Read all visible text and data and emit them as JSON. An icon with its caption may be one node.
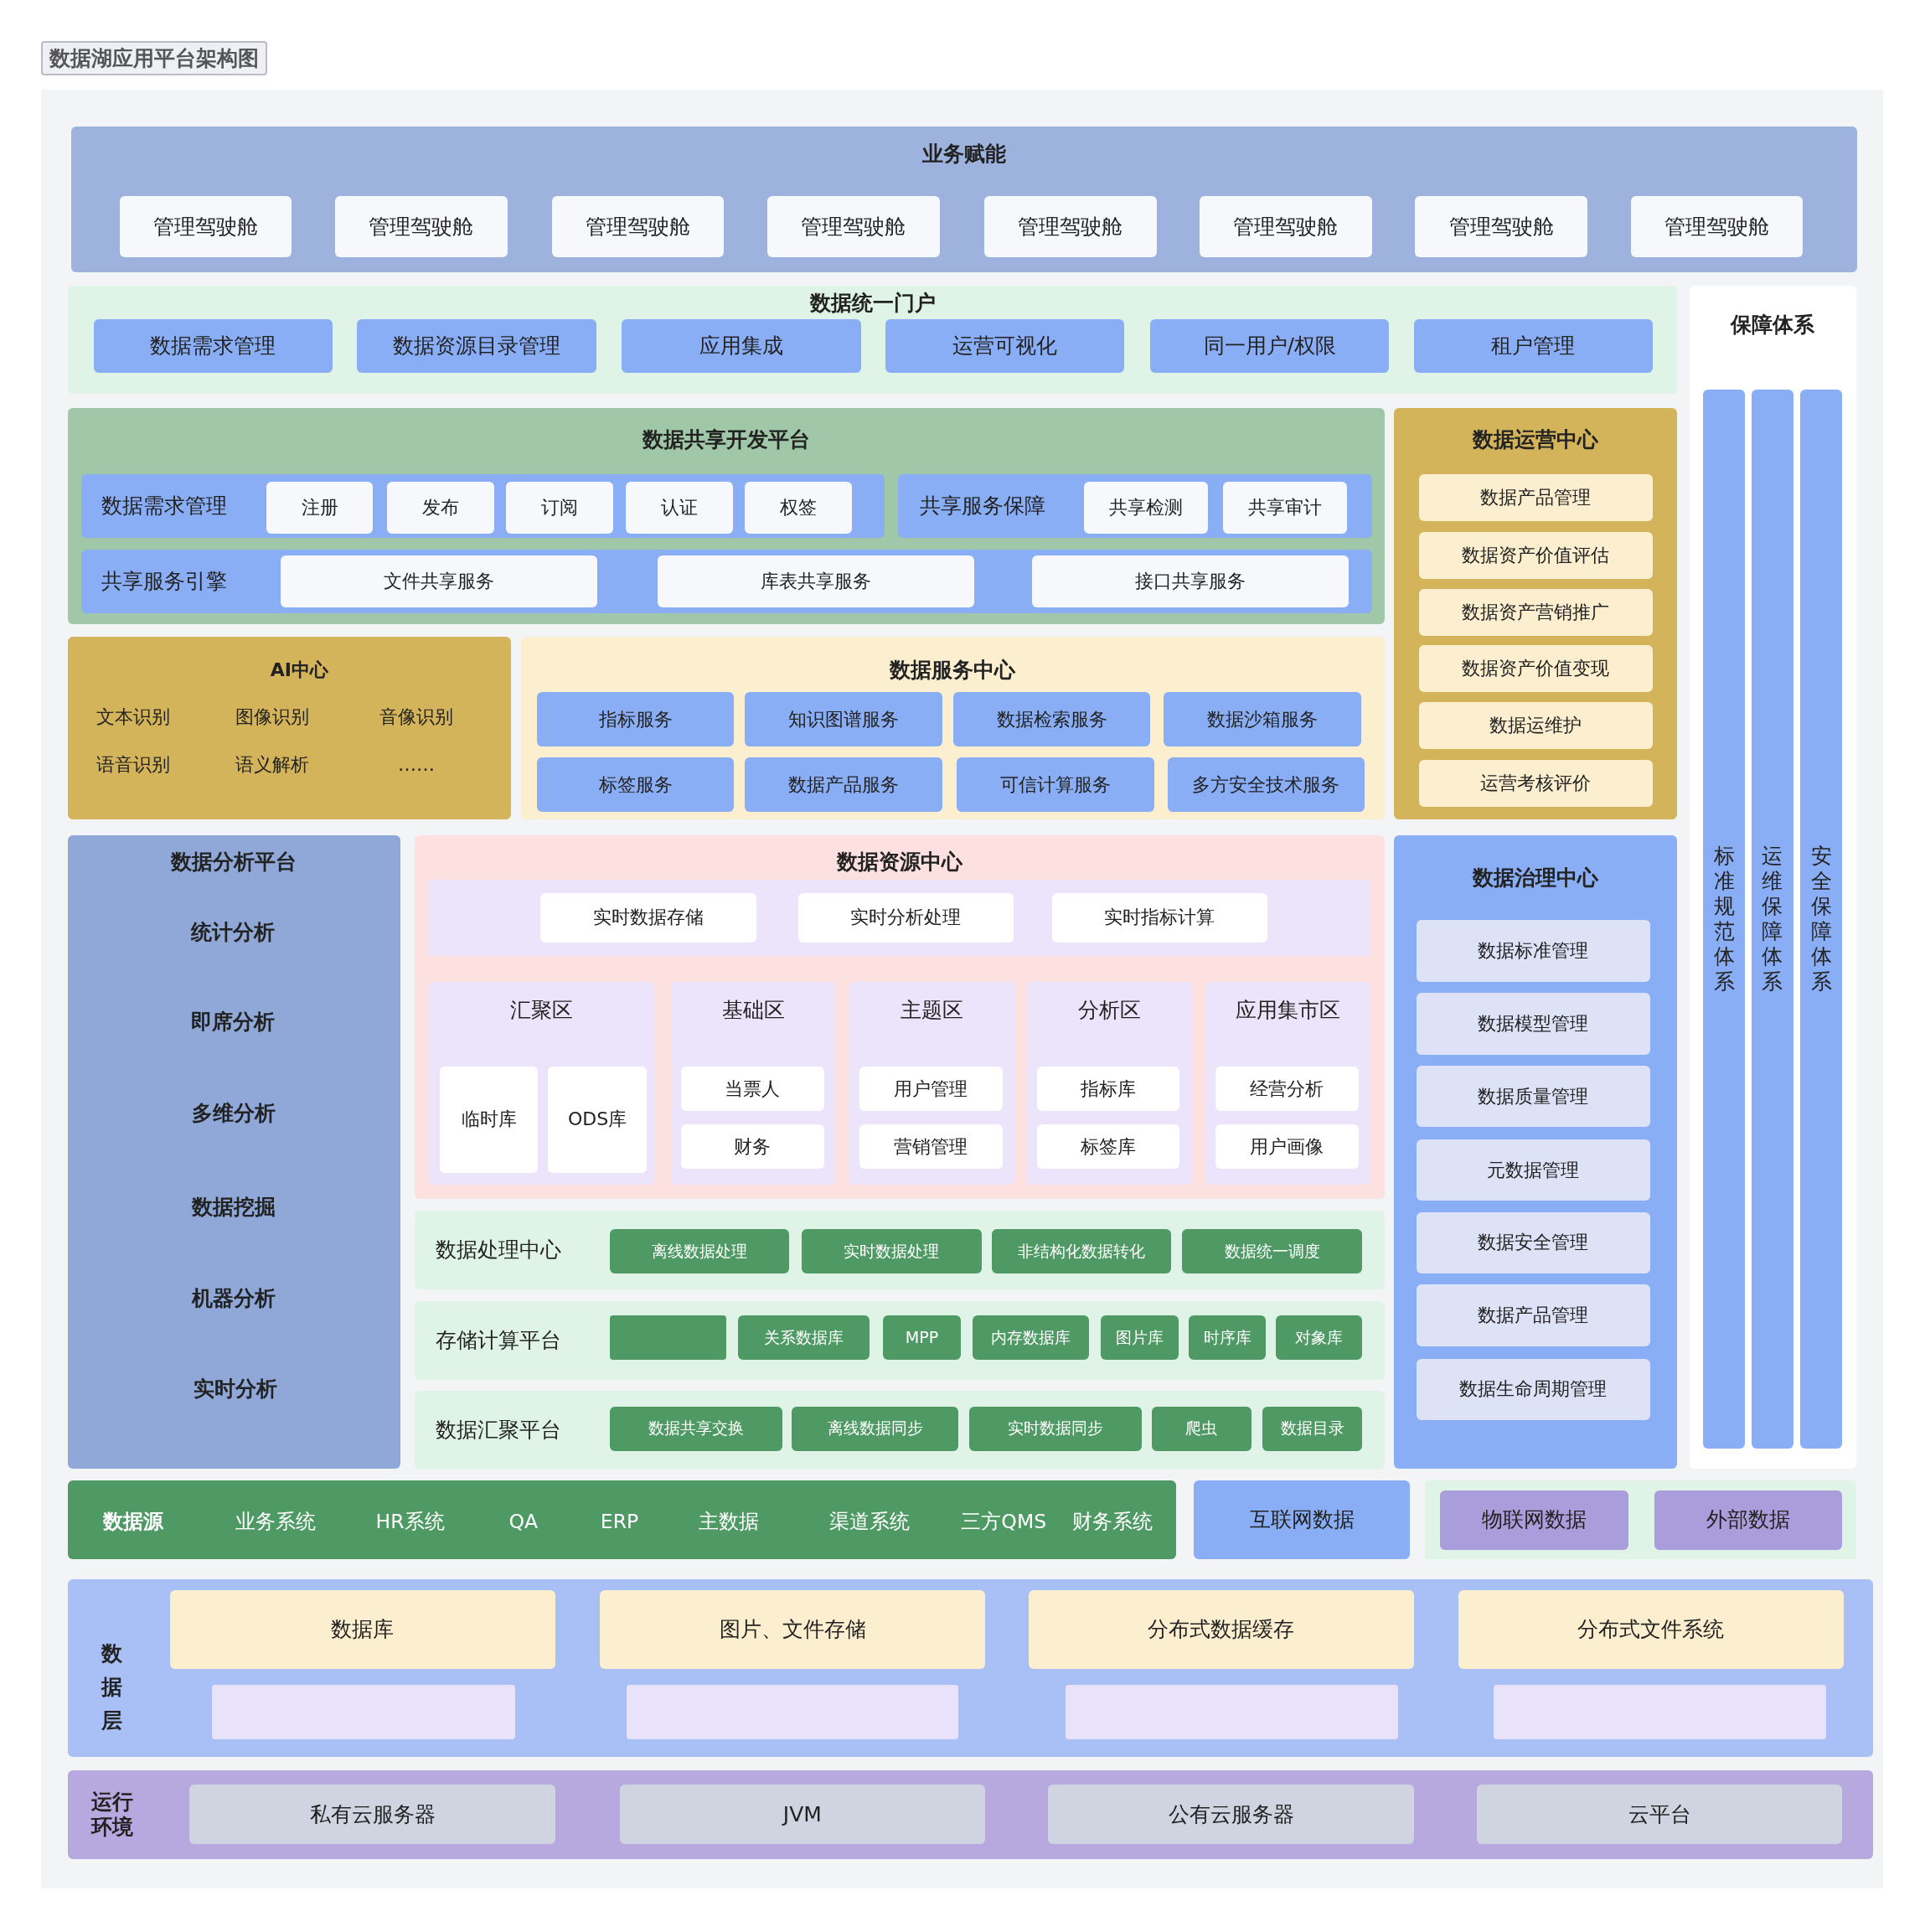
{
  "diagram": {
    "title": "数据湖应用平台架构图",
    "nodes": [
      {
        "text": [
          "业务赋能"
        ]
      },
      {
        "text": [
          "管理驾驶舱"
        ],
        "in": 0
      },
      {
        "text": [
          "管理驾驶舱"
        ],
        "in": 0
      },
      {
        "text": [
          "管理驾驶舱"
        ],
        "in": 0
      },
      {
        "text": [
          "管理驾驶舱"
        ],
        "in": 0
      },
      {
        "text": [
          "管理驾驶舱"
        ],
        "in": 0
      },
      {
        "text": [
          "管理驾驶舱"
        ],
        "in": 0
      },
      {
        "text": [
          "管理驾驶舱"
        ],
        "in": 0
      },
      {
        "text": [
          "管理驾驶舱"
        ],
        "in": 0
      },
      {
        "text": [
          "数据统一门户"
        ]
      },
      {
        "text": [
          "数据需求管理"
        ],
        "in": 9
      },
      {
        "text": [
          "数据资源目录管理"
        ],
        "in": 9
      },
      {
        "text": [
          "应用集成"
        ],
        "in": 9
      },
      {
        "text": [
          "运营可视化"
        ],
        "in": 9
      },
      {
        "text": [
          "同一用户/权限"
        ],
        "in": 9
      },
      {
        "text": [
          "租户管理"
        ],
        "in": 9
      },
      {
        "text": [
          "保障体系"
        ]
      },
      {
        "text": [
          "标准规范体系"
        ],
        "in": 16
      },
      {
        "text": [
          "运维保障体系"
        ],
        "in": 16
      },
      {
        "text": [
          "安全保障体系"
        ],
        "in": 16
      },
      {
        "text": [
          "数据共享开发平台"
        ]
      },
      {
        "text": [
          "数据需求管理"
        ],
        "in": 20
      },
      {
        "text": [
          "注册"
        ],
        "in": 21
      },
      {
        "text": [
          "发布"
        ],
        "in": 21
      },
      {
        "text": [
          "订阅"
        ],
        "in": 21
      },
      {
        "text": [
          "认证"
        ],
        "in": 21
      },
      {
        "text": [
          "权签"
        ],
        "in": 21
      },
      {
        "text": [
          "共享服务保障"
        ],
        "in": 20
      },
      {
        "text": [
          "共享检测"
        ],
        "in": 27
      },
      {
        "text": [
          "共享审计"
        ],
        "in": 27
      },
      {
        "text": [
          "共享服务引擎"
        ],
        "in": 20
      },
      {
        "text": [
          "文件共享服务"
        ],
        "in": 30
      },
      {
        "text": [
          "库表共享服务"
        ],
        "in": 30
      },
      {
        "text": [
          "接口共享服务"
        ],
        "in": 30
      },
      {
        "text": [
          "数据运营中心"
        ]
      },
      {
        "text": [
          "数据产品管理"
        ],
        "in": 34
      },
      {
        "text": [
          "数据资产价值评估"
        ],
        "in": 34
      },
      {
        "text": [
          "数据资产营销推广"
        ],
        "in": 34
      },
      {
        "text": [
          "数据资产价值变现"
        ],
        "in": 34
      },
      {
        "text": [
          "数据运维护"
        ],
        "in": 34
      },
      {
        "text": [
          "运营考核评价"
        ],
        "in": 34
      },
      {
        "text": [
          "AI中心",
          "文本识别",
          "图像识别",
          "音像识别",
          "语音识别",
          "语义解析",
          "……"
        ]
      },
      {
        "text": [
          "数据服务中心"
        ]
      },
      {
        "text": [
          "指标服务"
        ],
        "in": 42
      },
      {
        "text": [
          "知识图谱服务"
        ],
        "in": 42
      },
      {
        "text": [
          "数据检索服务"
        ],
        "in": 42
      },
      {
        "text": [
          "数据沙箱服务"
        ],
        "in": 42
      },
      {
        "text": [
          "标签服务"
        ],
        "in": 42
      },
      {
        "text": [
          "数据产品服务"
        ],
        "in": 42
      },
      {
        "text": [
          "可信计算服务"
        ],
        "in": 42
      },
      {
        "text": [
          "多方安全技术服务"
        ],
        "in": 42
      },
      {
        "text": [
          "数据分析平台",
          "统计分析",
          "即席分析",
          "多维分析",
          "数据挖掘",
          "机器分析",
          "实时分析"
        ]
      },
      {
        "text": [
          "数据资源中心"
        ]
      },
      {
        "text": [],
        "shape": "box",
        "in": 52
      },
      {
        "text": [
          "实时数据存储"
        ],
        "in": 53
      },
      {
        "text": [
          "实时分析处理"
        ],
        "in": 53
      },
      {
        "text": [
          "实时指标计算"
        ],
        "in": 53
      },
      {
        "text": [
          "汇聚区"
        ],
        "in": 52
      },
      {
        "text": [
          "临时库"
        ],
        "in": 57
      },
      {
        "text": [
          "ODS库"
        ],
        "in": 57
      },
      {
        "text": [
          "基础区"
        ],
        "in": 52
      },
      {
        "text": [
          "当票人"
        ],
        "in": 60
      },
      {
        "text": [
          "财务"
        ],
        "in": 60
      },
      {
        "text": [
          "主题区"
        ],
        "in": 52
      },
      {
        "text": [
          "用户管理"
        ],
        "in": 63
      },
      {
        "text": [
          "营销管理"
        ],
        "in": 63
      },
      {
        "text": [
          "分析区"
        ],
        "in": 52
      },
      {
        "text": [
          "指标库"
        ],
        "in": 66
      },
      {
        "text": [
          "标签库"
        ],
        "in": 66
      },
      {
        "text": [
          "应用集市区"
        ],
        "in": 52
      },
      {
        "text": [
          "经营分析"
        ],
        "in": 69
      },
      {
        "text": [
          "用户画像"
        ],
        "in": 69
      },
      {
        "text": [
          "数据处理中心"
        ]
      },
      {
        "text": [
          "离线数据处理"
        ],
        "in": 72
      },
      {
        "text": [
          "实时数据处理"
        ],
        "in": 72
      },
      {
        "text": [
          "非结构化数据转化"
        ],
        "in": 72
      },
      {
        "text": [
          "数据统一调度"
        ],
        "in": 72
      },
      {
        "text": [
          "存储计算平台"
        ]
      },
      {
        "text": [],
        "shape": "box",
        "in": 77
      },
      {
        "text": [
          "关系数据库"
        ],
        "in": 77
      },
      {
        "text": [
          "MPP"
        ],
        "in": 77
      },
      {
        "text": [
          "内存数据库"
        ],
        "in": 77
      },
      {
        "text": [
          "图片库"
        ],
        "in": 77
      },
      {
        "text": [
          "时序库"
        ],
        "in": 77
      },
      {
        "text": [
          "对象库"
        ],
        "in": 77
      },
      {
        "text": [
          "数据汇聚平台"
        ]
      },
      {
        "text": [
          "数据共享交换"
        ],
        "in": 85
      },
      {
        "text": [
          "离线数据同步"
        ],
        "in": 85
      },
      {
        "text": [
          "实时数据同步"
        ],
        "in": 85
      },
      {
        "text": [
          "爬虫"
        ],
        "in": 85
      },
      {
        "text": [
          "数据目录"
        ],
        "in": 85
      },
      {
        "text": [
          "数据治理中心"
        ]
      },
      {
        "text": [
          "数据标准管理"
        ],
        "in": 91
      },
      {
        "text": [
          "数据模型管理"
        ],
        "in": 91
      },
      {
        "text": [
          "数据质量管理"
        ],
        "in": 91
      },
      {
        "text": [
          "元数据管理"
        ],
        "in": 91
      },
      {
        "text": [
          "数据安全管理"
        ],
        "in": 91
      },
      {
        "text": [
          "数据产品管理"
        ],
        "in": 91
      },
      {
        "text": [
          "数据生命周期管理"
        ],
        "in": 91
      },
      {
        "text": [
          "数据源",
          "业务系统",
          "HR系统",
          "QA",
          "ERP",
          "主数据",
          "渠道系统",
          "三方QMS",
          "财务系统"
        ]
      },
      {
        "text": [
          "互联网数据"
        ]
      },
      {
        "text": [],
        "shape": "box"
      },
      {
        "text": [
          "物联网数据"
        ],
        "in": 101
      },
      {
        "text": [
          "外部数据"
        ],
        "in": 101
      },
      {
        "text": [
          "数据层"
        ]
      },
      {
        "text": [
          "数据库"
        ],
        "in": 104
      },
      {
        "text": [
          "图片、文件存储"
        ],
        "in": 104
      },
      {
        "text": [
          "分布式数据缓存"
        ],
        "in": 104
      },
      {
        "text": [
          "分布式文件系统"
        ],
        "in": 104
      },
      {
        "text": [],
        "shape": "box",
        "in": 104
      },
      {
        "text": [],
        "shape": "box",
        "in": 104
      },
      {
        "text": [],
        "shape": "box",
        "in": 104
      },
      {
        "text": [],
        "shape": "box",
        "in": 104
      },
      {
        "text": [
          "运行环境"
        ]
      },
      {
        "text": [
          "私有云服务器"
        ],
        "in": 113
      },
      {
        "text": [
          "JVM"
        ],
        "in": 113
      },
      {
        "text": [
          "公有云服务器"
        ],
        "in": 113
      },
      {
        "text": [
          "云平台"
        ],
        "in": 113
      }
    ]
  }
}
